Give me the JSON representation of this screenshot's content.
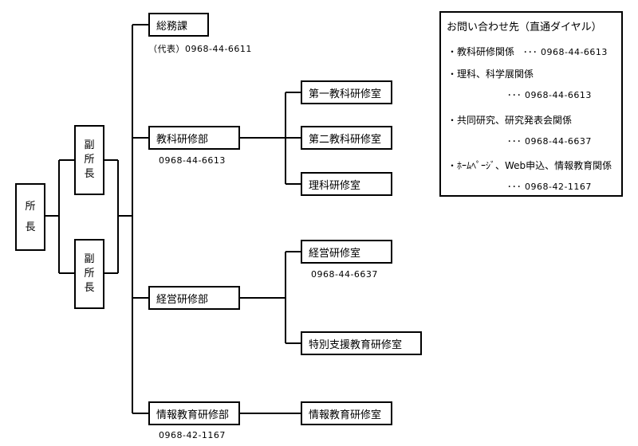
{
  "director": {
    "chars": [
      "所",
      "長"
    ]
  },
  "vice_directors": [
    {
      "chars": [
        "副",
        "所",
        "長"
      ]
    },
    {
      "chars": [
        "副",
        "所",
        "長"
      ]
    }
  ],
  "departments": {
    "general_affairs": {
      "label": "総務課",
      "phone": "（代表）0968-44-6611"
    },
    "subject_training": {
      "label": "教科研修部",
      "phone": "0968-44-6613"
    },
    "management_training": {
      "label": "経営研修部"
    },
    "info_education_training": {
      "label": "情報教育研修部",
      "phone": "0968-42-1167"
    }
  },
  "rooms": {
    "subject_1": {
      "label": "第一教科研修室"
    },
    "subject_2": {
      "label": "第二教科研修室"
    },
    "science": {
      "label": "理科研修室"
    },
    "management": {
      "label": "経営研修室",
      "phone": "0968-44-6637"
    },
    "special_support": {
      "label": "特別支援教育研修室"
    },
    "info_education": {
      "label": "情報教育研修室"
    }
  },
  "contact": {
    "title": "お問い合わせ先（直通ダイヤル）",
    "items": [
      {
        "label": "・教科研修関係",
        "number": "･･･ 0968-44-6613"
      },
      {
        "label": "・理科、科学展関係",
        "number": "･･･ 0968-44-6613"
      },
      {
        "label": "・共同研究、研究発表会関係",
        "number": "･･･ 0968-44-6637"
      },
      {
        "label": "・ﾎｰﾑﾍﾟｰｼﾞ、Web申込、情報教育関係",
        "number": "･･･ 0968-42-1167"
      }
    ]
  }
}
